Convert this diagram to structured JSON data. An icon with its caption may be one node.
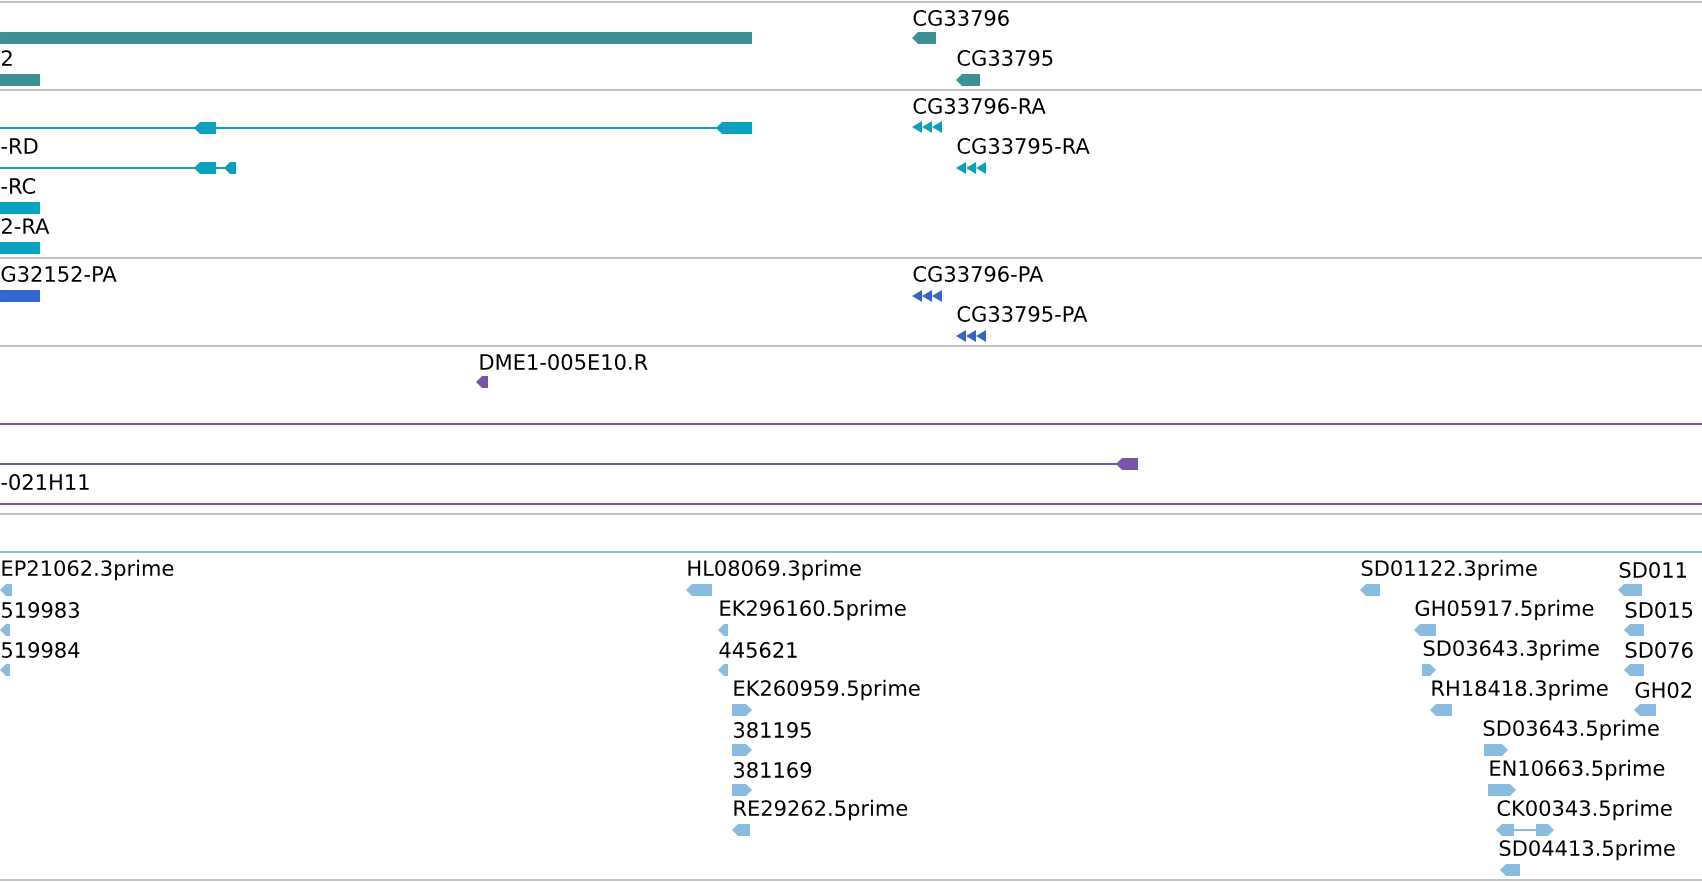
{
  "diagram": {
    "labels": [
      "CG33796",
      "2",
      "CG33795",
      "CG33796-RA",
      "-RD",
      "CG33795-RA",
      "-RC",
      "2-RA",
      "G32152-PA",
      "CG33796-PA",
      "CG33795-PA",
      "DME1-005E10.R",
      "-021H11",
      "EP21062.3prime",
      "HL08069.3prime",
      "SD01122.3prime",
      "SD011",
      "519983",
      "EK296160.5prime",
      "GH05917.5prime",
      "SD015",
      "519984",
      "445621",
      "SD03643.3prime",
      "SD076",
      "EK260959.5prime",
      "RH18418.3prime",
      "GH02",
      "381195",
      "SD03643.5prime",
      "381169",
      "EN10663.5prime",
      "RE29262.5prime",
      "CK00343.5prime",
      "SD04413.5prime"
    ]
  }
}
